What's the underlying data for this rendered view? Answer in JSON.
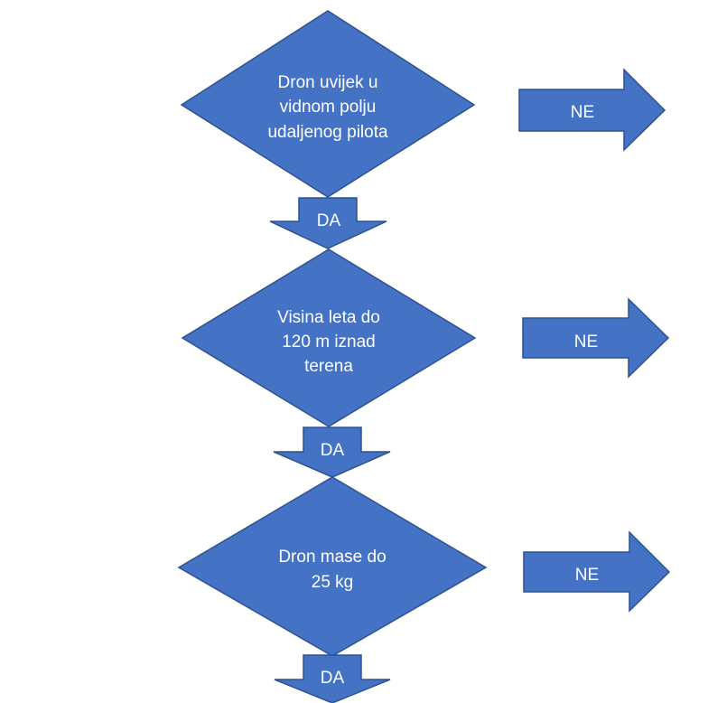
{
  "decisions": [
    {
      "lines": [
        "Dron uvijek u",
        "vidnom polju",
        "udaljenog pilota"
      ],
      "yes_label": "DA",
      "no_label": "NE"
    },
    {
      "lines": [
        "Visina leta do",
        "120 m iznad",
        "terena"
      ],
      "yes_label": "DA",
      "no_label": "NE"
    },
    {
      "lines": [
        "Dron mase do",
        "25 kg"
      ],
      "yes_label": "DA",
      "no_label": "NE"
    }
  ],
  "colors": {
    "fill": "#4472c4",
    "stroke": "#2f528f",
    "text": "#ffffff"
  }
}
